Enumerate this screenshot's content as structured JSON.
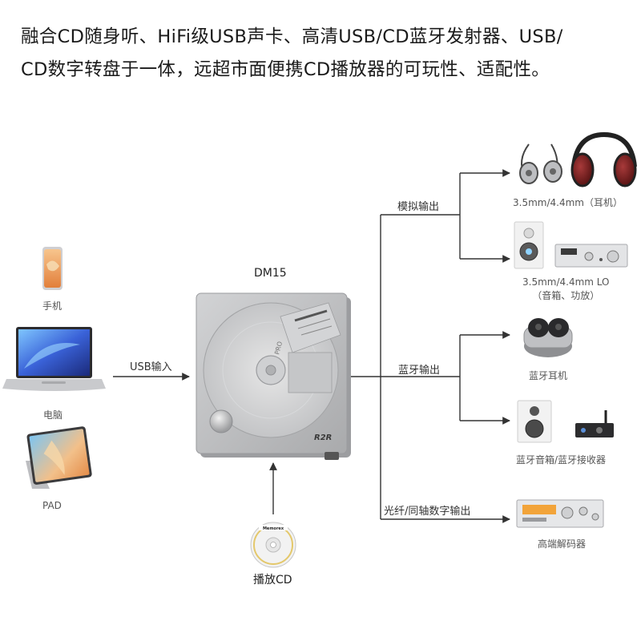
{
  "headline": {
    "line1": "融合CD随身听、HiFi级USB声卡、高清USB/CD蓝牙发射器、USB/",
    "line2": "CD数字转盘于一体，远超市面便携CD播放器的可玩性、适配性。"
  },
  "center": {
    "title": "DM15",
    "brand_logo": "R2R",
    "disc_text": "PRO"
  },
  "inputs": {
    "phone_label": "手机",
    "laptop_label": "电脑",
    "tablet_label": "PAD",
    "usb_input_label": "USB输入",
    "cd_label": "播放CD",
    "cd_brand": "Memorex"
  },
  "outputs": {
    "analog_label": "模拟输出",
    "bluetooth_label": "蓝牙输出",
    "digital_label": "光纤/同轴数字输出",
    "headphones_caption": "3.5mm/4.4mm（耳机）",
    "lo_caption_line1": "3.5mm/4.4mm LO",
    "lo_caption_line2": "（音箱、功放）",
    "bt_earbuds_caption": "蓝牙耳机",
    "bt_speaker_caption": "蓝牙音箱/蓝牙接收器",
    "dac_caption": "高端解码器"
  },
  "colors": {
    "line": "#333333",
    "device_body": "#b9babc",
    "accent_orange": "#e8a24a"
  }
}
